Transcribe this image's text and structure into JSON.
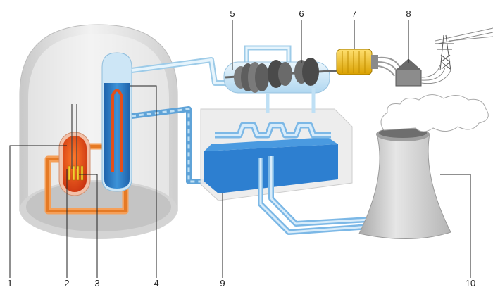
{
  "labels": [
    {
      "id": "1",
      "part": "reactor-vessel"
    },
    {
      "id": "2",
      "part": "control-rods"
    },
    {
      "id": "3",
      "part": "fuel-rods"
    },
    {
      "id": "4",
      "part": "steam-generator"
    },
    {
      "id": "5",
      "part": "high-pressure-turbine"
    },
    {
      "id": "6",
      "part": "low-pressure-turbine"
    },
    {
      "id": "7",
      "part": "electric-generator"
    },
    {
      "id": "8",
      "part": "transformer"
    },
    {
      "id": "9",
      "part": "condenser"
    },
    {
      "id": "10",
      "part": "cooling-tower"
    }
  ],
  "colors": {
    "primary_loop": "#f08a3a",
    "reactor_core": "#e2401a",
    "steam_generator_water": "#2f7fc8",
    "steam_pipe": "#b9dcf2",
    "condenser_water": "#2d7fd0",
    "generator": "#f0c020",
    "transformer": "#8c8c8c",
    "tower": "#c8c8c8",
    "containment": "#dcdcdc"
  }
}
